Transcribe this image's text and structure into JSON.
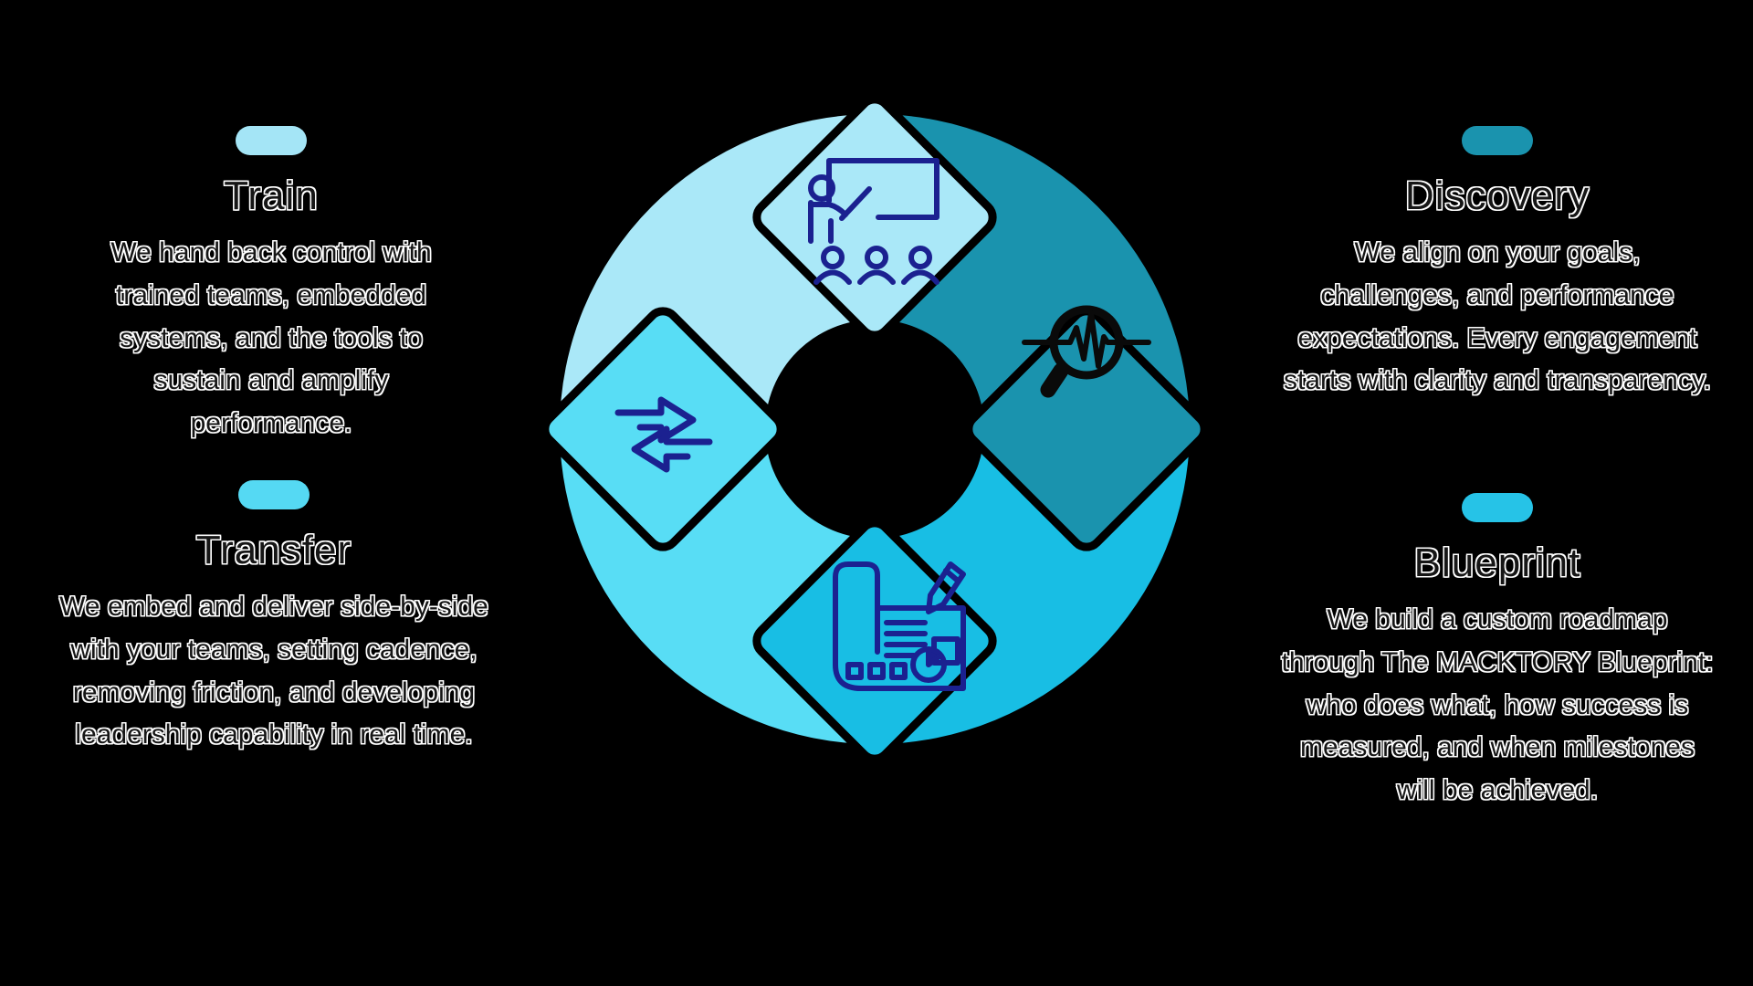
{
  "background_color": "#000000",
  "colors": {
    "train": "#AAE8F8",
    "discovery": "#1A93AE",
    "blueprint": "#18BEE4",
    "transfer": "#58DDF5",
    "icon_navy": "#1B2190",
    "icon_black": "#0A0A0A",
    "text": "#161616",
    "outline": "#FFFFFF"
  },
  "sections": [
    {
      "id": "train",
      "title": "Train",
      "pill_color": "#A4E5F6",
      "body": "We hand back control with trained teams, embedded systems, and the tools to sustain and amplify performance."
    },
    {
      "id": "transfer",
      "title": "Transfer",
      "pill_color": "#55D9F3",
      "body": "We embed and deliver side-by-side with your teams, setting cadence, removing friction, and developing leadership capability in real time."
    },
    {
      "id": "discovery",
      "title": "Discovery",
      "pill_color": "#1A93AE",
      "body": "We align on your goals, challenges, and performance expectations. Every engagement starts with clarity and transparency."
    },
    {
      "id": "blueprint",
      "title": "Blueprint",
      "pill_color": "#26C3E7",
      "body": "We build a custom roadmap through The MACKTORY Blueprint: who does what, how success is measured, and when milestones will be achieved."
    }
  ],
  "cycle": {
    "type": "four-step-cycle",
    "direction": "clockwise",
    "segments": [
      {
        "name": "train",
        "position": "top",
        "color": "#AAE8F8",
        "icon": "presentation-training-icon"
      },
      {
        "name": "discovery",
        "position": "right",
        "color": "#1A93AE",
        "icon": "magnifier-pulse-icon"
      },
      {
        "name": "blueprint",
        "position": "bottom",
        "color": "#18BEE4",
        "icon": "blueprint-pencil-icon"
      },
      {
        "name": "transfer",
        "position": "left",
        "color": "#58DDF5",
        "icon": "transfer-arrows-icon"
      }
    ]
  }
}
